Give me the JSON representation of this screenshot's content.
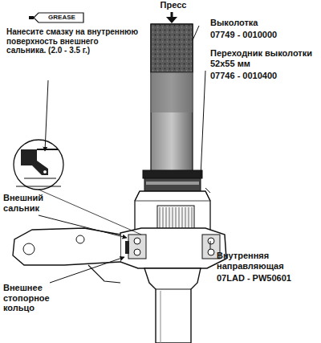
{
  "diagram": {
    "labels": [
      "Пресс",
      "Выколотка",
      "07749 - 0010000",
      "Переходник выколотки 52x55 мм",
      "07746 - 0010400",
      "GREASE",
      "Нанесите смазку на внутреннюю поверхность внешнего сальника. (2.0 - 3.5 г.)",
      "Внешний сальник",
      "Внутренняя направляющая",
      "07LAD - PW50601",
      "Внешнее стопорное кольцо"
    ]
  }
}
